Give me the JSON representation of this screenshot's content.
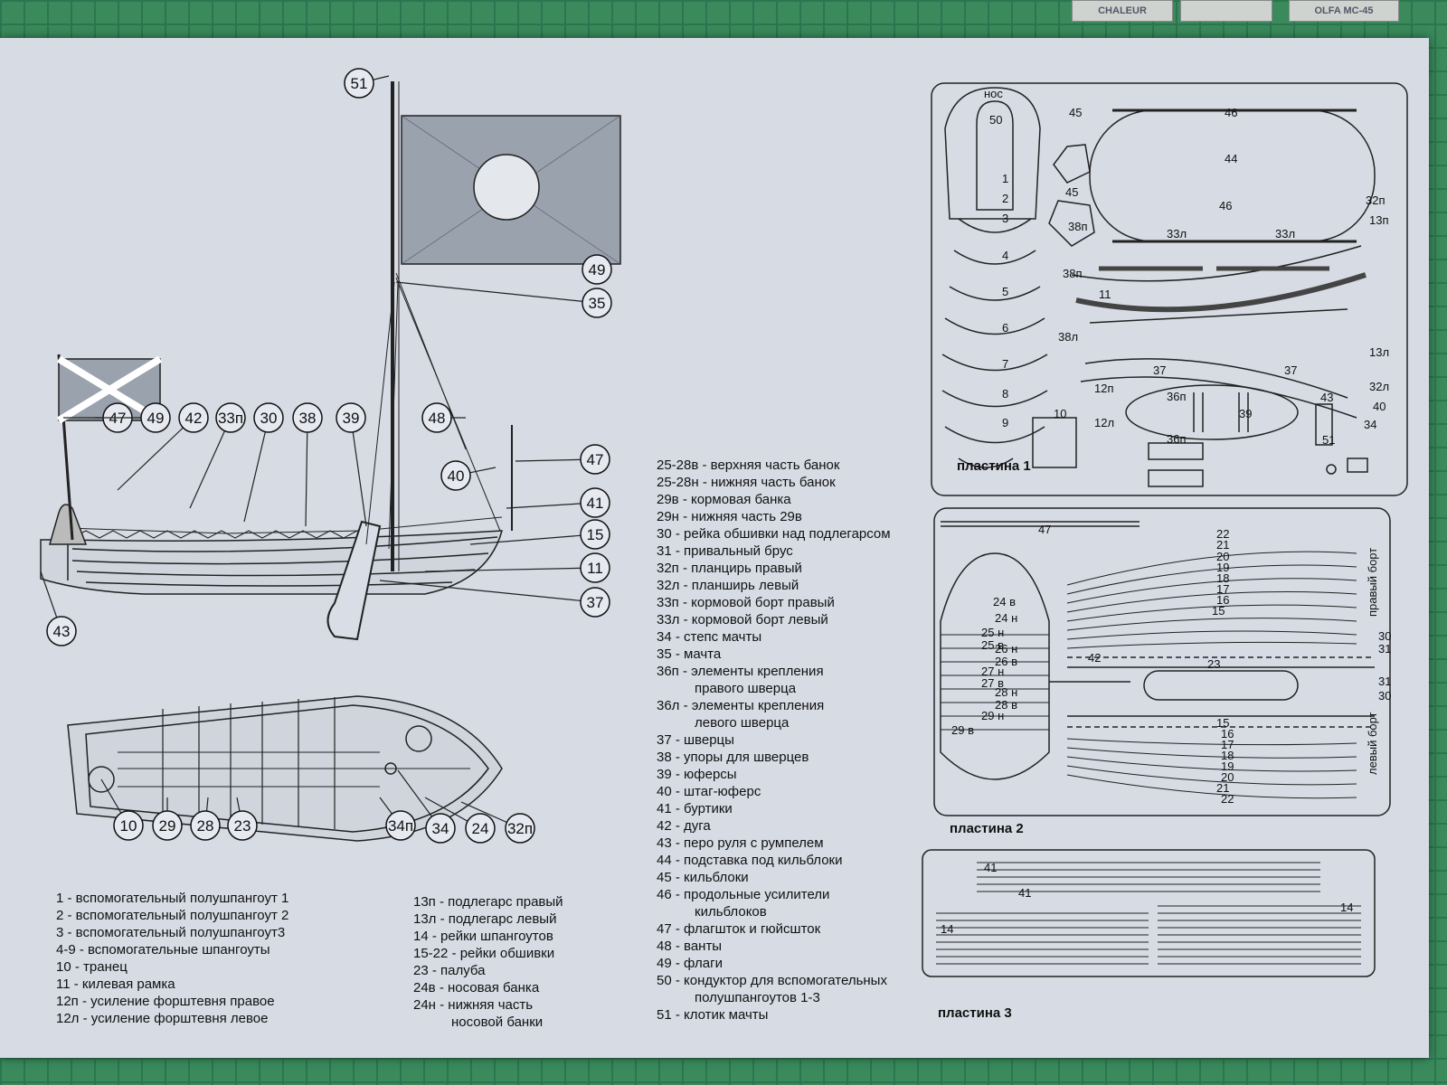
{
  "tools": [
    "CHALEUR",
    "OLFA MC-45"
  ],
  "callouts_side": [
    "51",
    "49",
    "35",
    "47",
    "49",
    "42",
    "33п",
    "30",
    "38",
    "39",
    "48",
    "40",
    "47",
    "41",
    "15",
    "11",
    "37",
    "43"
  ],
  "callouts_top": [
    "10",
    "29",
    "28",
    "23",
    "34п",
    "34",
    "24",
    "32п"
  ],
  "plates": [
    "пластина 1",
    "пластина 2",
    "пластина 3"
  ],
  "plate1_labels": [
    "нос",
    "50",
    "45",
    "46",
    "44",
    "46",
    "45",
    "1",
    "2",
    "3",
    "4",
    "5",
    "6",
    "7",
    "8",
    "9",
    "10",
    "32п",
    "13п",
    "38п",
    "33л",
    "33л",
    "38п",
    "11",
    "38л",
    "13л",
    "37",
    "37",
    "32л",
    "12п",
    "12л",
    "36п",
    "36п",
    "39",
    "43",
    "40",
    "51",
    "34"
  ],
  "plate2_labels": [
    "47",
    "24 в",
    "24 н",
    "25 н",
    "25 в",
    "26 н",
    "26 в",
    "27 н",
    "27 в",
    "28 н",
    "28 в",
    "29 н",
    "29 в",
    "42",
    "23",
    "22",
    "21",
    "20",
    "19",
    "18",
    "17",
    "16",
    "15",
    "30",
    "31",
    "31",
    "30",
    "15",
    "16",
    "17",
    "18",
    "19",
    "20",
    "21",
    "22",
    "правый борт",
    "левый борт"
  ],
  "plate3_labels": [
    "41",
    "41",
    "14",
    "14"
  ],
  "legend_left": [
    "1 - вспомогательный полушпангоут 1",
    "2 - вспомогательный полушпангоут 2",
    "3 - вспомогательный полушпангоут3",
    "4-9 - вспомогательные шпангоуты",
    "10 - транец",
    "11 - килевая рамка",
    "12п - усиление форштевня правое",
    "12л - усиление форштевня левое"
  ],
  "legend_mid": [
    "13п - подлегарс правый",
    "13л - подлегарс левый",
    "14 - рейки шпангоутов",
    "15-22 - рейки обшивки",
    "23 - палуба",
    "24в - носовая банка",
    "24н - нижняя часть",
    "носовой банки"
  ],
  "legend_right": [
    "25-28в - верхняя часть банок",
    "25-28н - нижняя часть банок",
    "29в - кормовая банка",
    "29н - нижняя часть 29в",
    "30 - рейка обшивки над подлегарсом",
    "31 - привальный брус",
    "32п - планцирь правый",
    "32л - планширь левый",
    "33п - кормовой борт правый",
    "33л - кормовой борт левый",
    "34 - степс мачты",
    "35 - мачта",
    "36п - элементы крепления",
    "правого шверца",
    "36л - элементы крепления",
    "левого шверца",
    "37 - шверцы",
    "38 - упоры для шверцев",
    "39 - юферсы",
    "40 - штаг-юферс",
    "41 - буртики",
    "42 - дуга",
    "43 - перо руля с румпелем",
    "44 - подставка под кильблоки",
    "45 - кильблоки",
    "46 - продольные усилители",
    "кильблоков",
    "47 - флагшток и гюйсшток",
    "48 - ванты",
    "49 - флаги",
    "50 - кондуктор для вспомогательных",
    "полушпангоутов 1-3",
    "51 - клотик мачты"
  ]
}
